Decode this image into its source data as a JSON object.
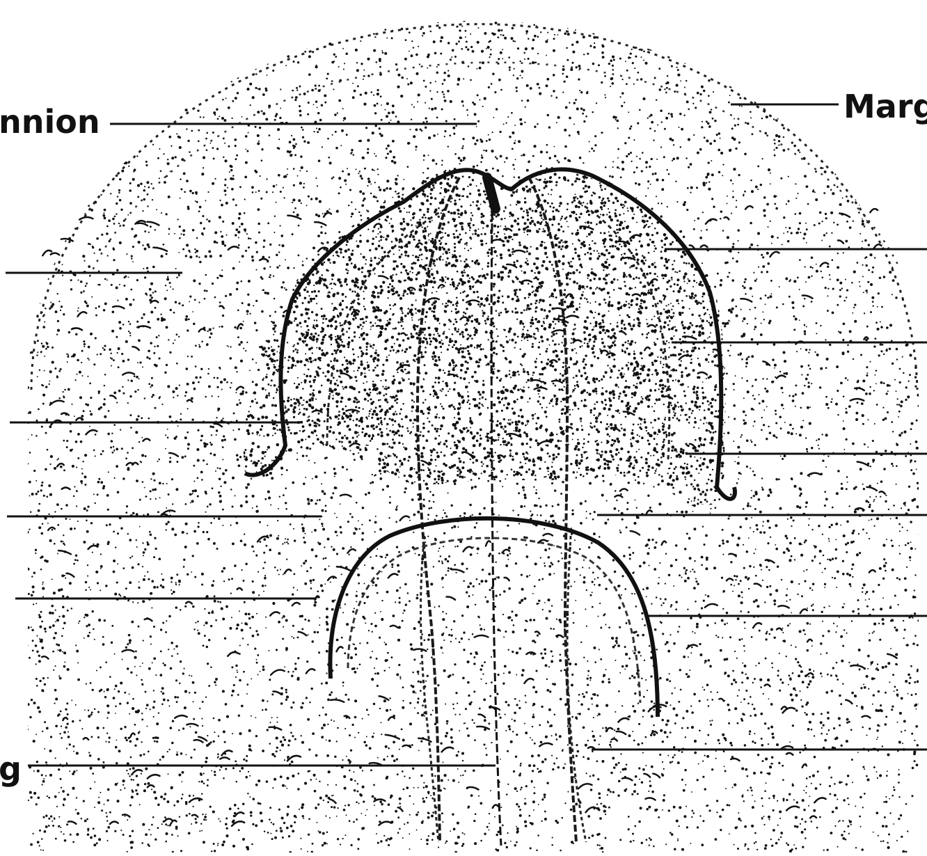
{
  "diagram": {
    "labels": {
      "left_top": "nnion",
      "right_top": "Marg",
      "left_bottom": "g"
    },
    "ink_color": "#111111",
    "paper_color": "#ffffff"
  }
}
